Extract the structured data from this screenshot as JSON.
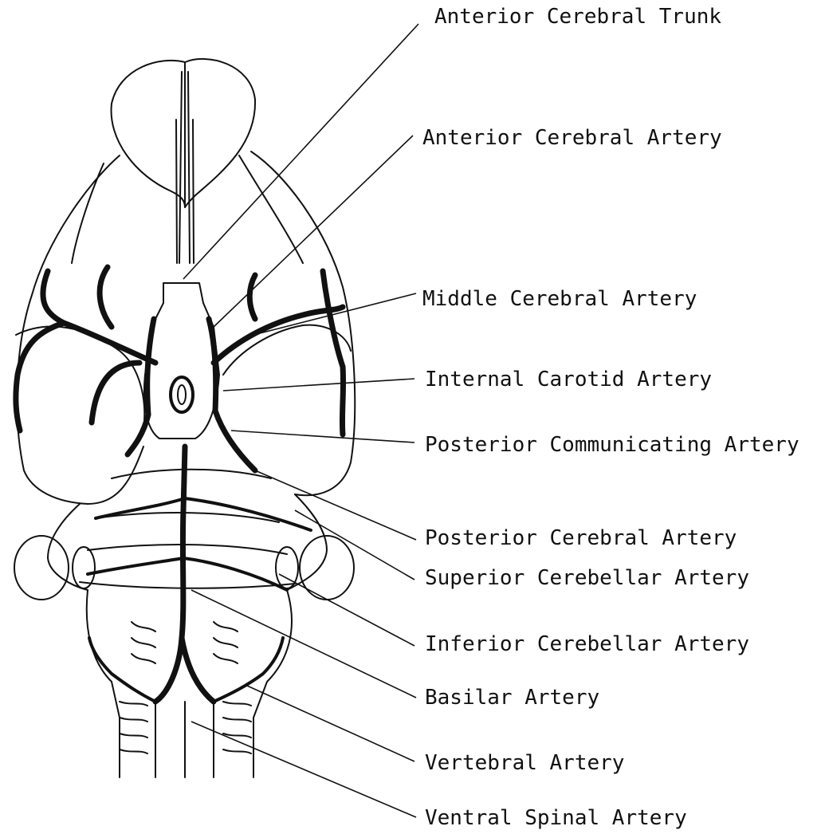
{
  "labels": {
    "anterior_cerebral_trunk": "Anterior Cerebral Trunk",
    "anterior_cerebral_artery": "Anterior Cerebral Artery",
    "middle_cerebral_artery": "Middle Cerebral Artery",
    "internal_carotid_artery": "Internal Carotid Artery",
    "posterior_communicating_artery": "Posterior Communicating Artery",
    "posterior_cerebral_artery": "Posterior Cerebral Artery",
    "superior_cerebellar_artery": "Superior Cerebellar Artery",
    "inferior_cerebellar_artery": "Inferior Cerebellar Artery",
    "basilar_artery": "Basilar Artery",
    "vertebral_artery": "Vertebral Artery",
    "ventral_spinal_artery": "Ventral Spinal Artery"
  },
  "colors": {
    "ink": "#111111",
    "background": "#ffffff"
  }
}
